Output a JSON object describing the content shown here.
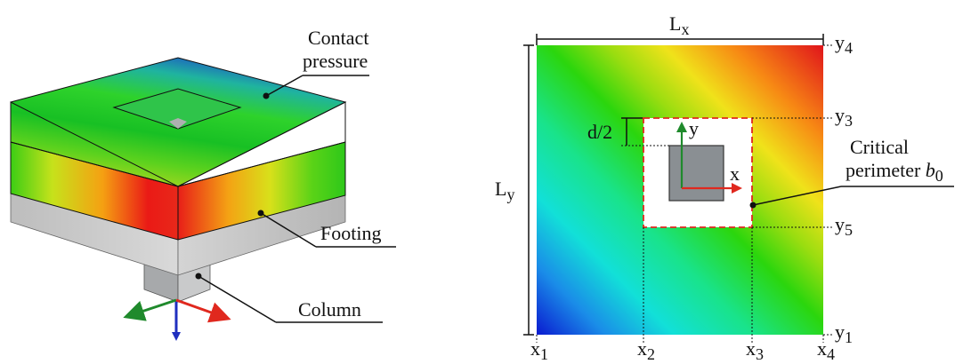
{
  "left_panel": {
    "labels": {
      "contact_pressure_line1": "Contact",
      "contact_pressure_line2": "pressure",
      "footing": "Footing",
      "column": "Column"
    }
  },
  "right_panel": {
    "labels": {
      "lx": "L",
      "lx_sub": "x",
      "ly": "L",
      "ly_sub": "y",
      "d2": "d/2",
      "axis_x": "x",
      "axis_y": "y",
      "critical_line1": "Critical",
      "critical_line2": "perimeter",
      "critical_symbol": "b",
      "critical_sub": "0",
      "x1": "x",
      "x1_sub": "1",
      "x2": "x",
      "x2_sub": "2",
      "x3": "x",
      "x3_sub": "3",
      "x4": "x",
      "x4_sub": "4",
      "y1": "y",
      "y1_sub": "1",
      "y3": "y",
      "y3_sub": "3",
      "y4": "y",
      "y4_sub": "4",
      "y5": "y",
      "y5_sub": "5"
    }
  },
  "colors": {
    "axis_x": "#e0281e",
    "axis_y": "#1f8a2c",
    "axis_z": "#1f2fbf",
    "perimeter": "#e0281e",
    "footing_gray": "#c8c8c8",
    "column_gray": "#8a8f93"
  }
}
